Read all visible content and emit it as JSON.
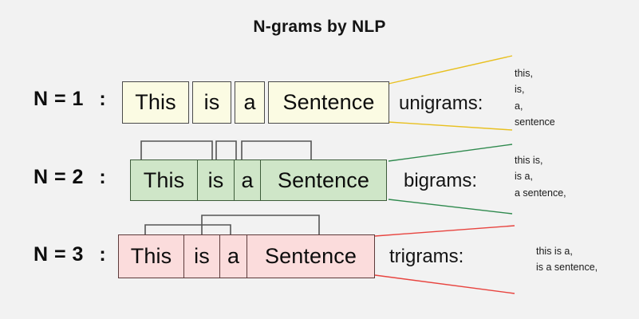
{
  "title": "N-grams by NLP",
  "background_color": "#f2f2f2",
  "rows": [
    {
      "id": "unigram",
      "label": "N = 1",
      "colon": ":",
      "n": 1,
      "fill_color": "#fbfbe3",
      "border_color": "#4a4a4a",
      "connector_color": "#e8c020",
      "words": [
        "This",
        "is",
        "a",
        "Sentence"
      ],
      "gram_label": "unigrams:",
      "grams": [
        "this,",
        "is,",
        "a,",
        "sentence"
      ],
      "brackets": []
    },
    {
      "id": "bigram",
      "label": "N = 2",
      "colon": ":",
      "n": 2,
      "fill_color": "#cfe6c8",
      "border_color": "#3d5c3a",
      "connector_color": "#2f8a4e",
      "words": [
        "This",
        "is",
        "a",
        "Sentence"
      ],
      "gram_label": "bigrams:",
      "grams": [
        "this is,",
        "is a,",
        "a sentence,"
      ],
      "brackets": [
        {
          "span": "This-is",
          "from_word": 0,
          "to_word": 1
        },
        {
          "span": "is-a",
          "from_word": 1,
          "to_word": 2
        },
        {
          "span": "a-Sentence",
          "from_word": 2,
          "to_word": 3
        }
      ]
    },
    {
      "id": "trigram",
      "label": "N = 3",
      "colon": ":",
      "n": 3,
      "fill_color": "#fbdcdc",
      "border_color": "#5c3a3a",
      "connector_color": "#e8443f",
      "words": [
        "This",
        "is",
        "a",
        "Sentence"
      ],
      "gram_label": "trigrams:",
      "grams": [
        "this is a,",
        "is a sentence,"
      ],
      "brackets": [
        {
          "span": "This-is-a",
          "from_word": 0,
          "to_word": 2
        },
        {
          "span": "is-a-Sentence",
          "from_word": 1,
          "to_word": 3
        }
      ]
    }
  ]
}
